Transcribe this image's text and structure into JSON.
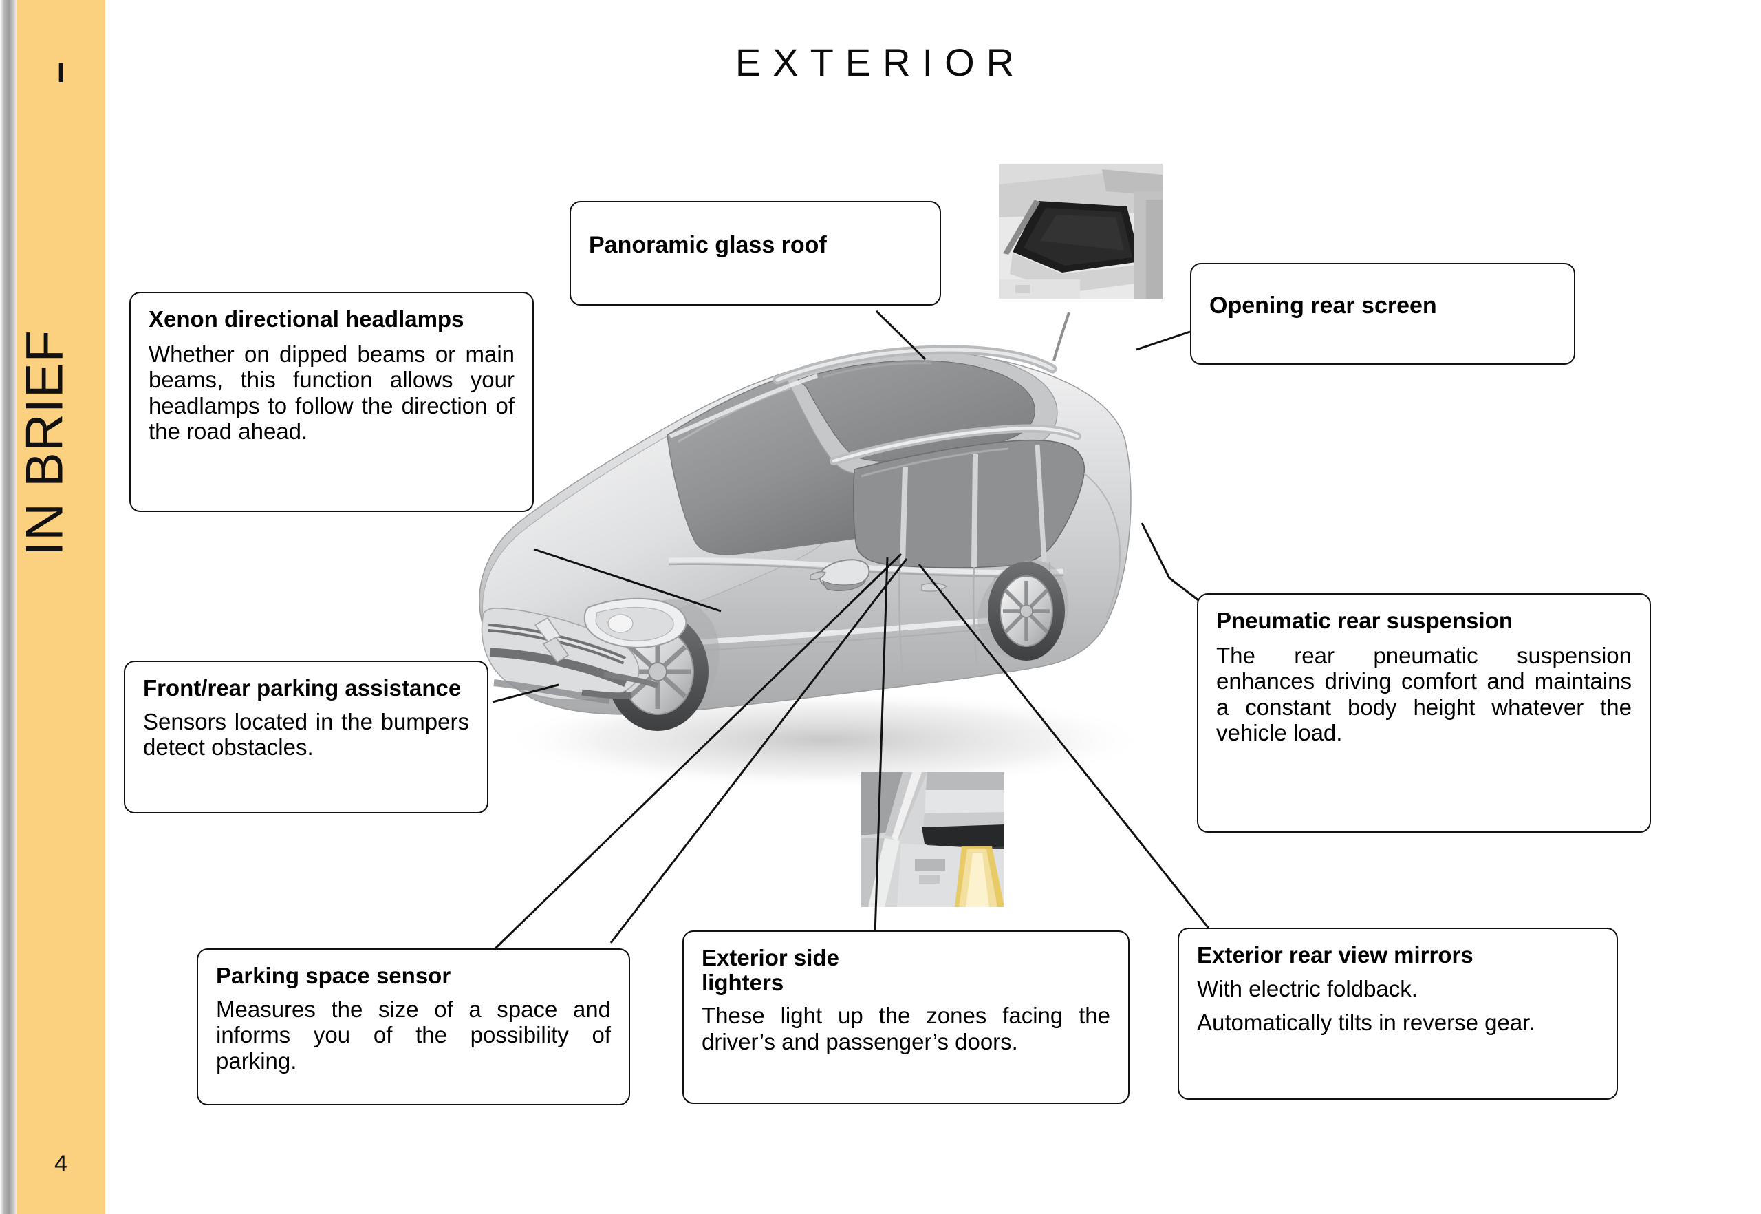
{
  "page": {
    "title": "EXTERIOR",
    "number": "4",
    "sidebar_title": "IN BRIEF",
    "section_letter": "I",
    "sidebar_color": "#fbd180"
  },
  "callouts": [
    {
      "id": "xenon-directional-headlamps",
      "heading": "Xenon directional headlamps",
      "body": "Whether on dipped beams or main beams, this function allows your headlamps to follow the direction of the road ahead."
    },
    {
      "id": "panoramic-glass-roof",
      "heading": "Panoramic glass roof",
      "body": ""
    },
    {
      "id": "opening-rear-screen",
      "heading": "Opening rear screen",
      "body": ""
    },
    {
      "id": "front-rear-parking-assistance",
      "heading": "Front/rear parking assistance",
      "body": "Sensors located in the bumpers detect obstacles."
    },
    {
      "id": "pneumatic-rear-suspension",
      "heading": "Pneumatic rear suspension",
      "body": "The rear pneumatic suspension enhances driving comfort and maintains a constant body height whatever the vehicle load."
    },
    {
      "id": "parking-space-sensor",
      "heading": "Parking space sensor",
      "body": "Measures the size of a space and informs you of the possibility of parking."
    },
    {
      "id": "exterior-side-lighters",
      "heading": "Exterior side lighters",
      "body": "These light up the zones facing the driver’s and passenger’s doors."
    },
    {
      "id": "exterior-rear-view-mirrors",
      "heading": "Exterior rear view mirrors",
      "body1": "With electric foldback.",
      "body2": "Automatically tilts in reverse gear."
    }
  ],
  "images": {
    "vehicle": "citroen-c4-picasso-three-quarter-view-illustration",
    "rear_screen_photo": "opening-rear-screen-photo",
    "side_lighter_photo": "exterior-side-lighter-photo"
  }
}
